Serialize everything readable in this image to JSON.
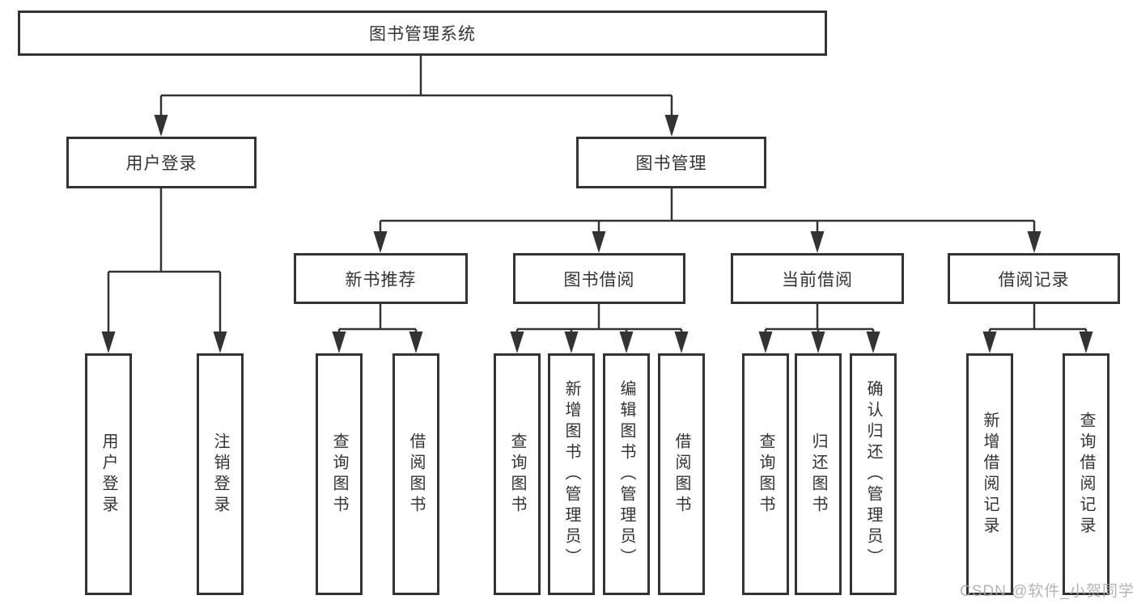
{
  "diagram_title": "图书管理系统",
  "tree": {
    "label": "图书管理系统",
    "children": [
      {
        "label": "用户登录",
        "children": [
          {
            "label": "用户登录"
          },
          {
            "label": "注销登录"
          }
        ]
      },
      {
        "label": "图书管理",
        "children": [
          {
            "label": "新书推荐",
            "children": [
              {
                "label": "查询图书"
              },
              {
                "label": "借阅图书"
              }
            ]
          },
          {
            "label": "图书借阅",
            "children": [
              {
                "label": "查询图书"
              },
              {
                "label": "新增图书（管理员）"
              },
              {
                "label": "编辑图书（管理员）"
              },
              {
                "label": "借阅图书"
              }
            ]
          },
          {
            "label": "当前借阅",
            "children": [
              {
                "label": "查询图书"
              },
              {
                "label": "归还图书"
              },
              {
                "label": "确认归还（管理员）"
              }
            ]
          },
          {
            "label": "借阅记录",
            "children": [
              {
                "label": "新增借阅记录"
              },
              {
                "label": "查询借阅记录"
              }
            ]
          }
        ]
      }
    ]
  },
  "watermark": {
    "text": "CSDN @软件_小贺同学"
  },
  "colors": {
    "line": "#333333",
    "box_border": "#333333",
    "text": "#333333",
    "background": "#ffffff",
    "watermark": "#a8a8a8"
  }
}
